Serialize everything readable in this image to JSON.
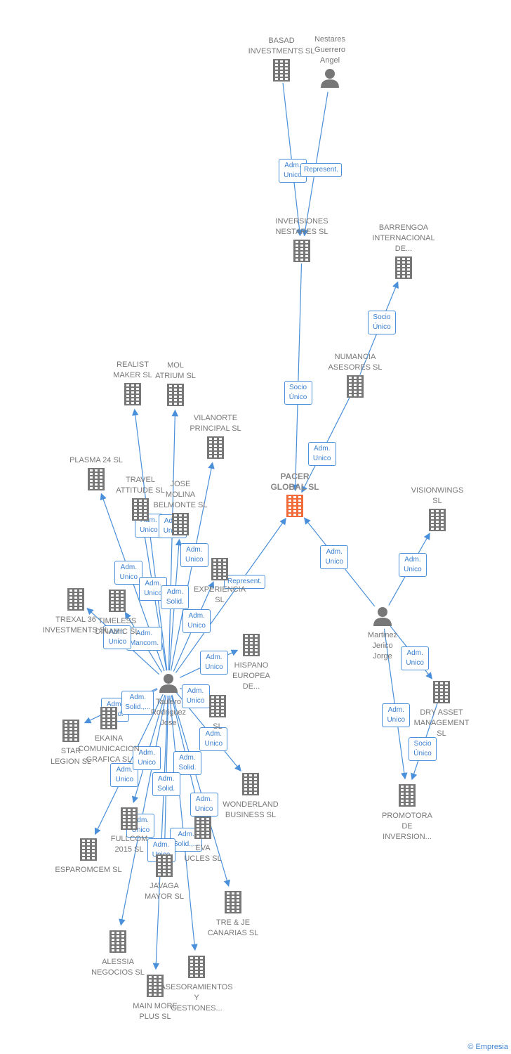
{
  "colors": {
    "edge": "#4a8fd9",
    "building": "#777777",
    "center": "#f26b3a",
    "person": "#777777"
  },
  "nodes": [
    {
      "id": "basad",
      "label": "BASAD\nINVESTMENTS SL",
      "type": "building"
    },
    {
      "id": "nestares",
      "label": "Nestares\nGuerrero\nAngel",
      "type": "person"
    },
    {
      "id": "invnest",
      "label": "INVERSIONES\nNESTARES SL",
      "type": "building"
    },
    {
      "id": "barren",
      "label": "BARRENGOA\nINTERNACIONAL\nDE...",
      "type": "building"
    },
    {
      "id": "numancia",
      "label": "NUMANCIA\nASESORES SL",
      "type": "building"
    },
    {
      "id": "pacer",
      "label": "PACER\nGLOBAL SL",
      "type": "center"
    },
    {
      "id": "visionwings",
      "label": "VISIONWINGS\nSL",
      "type": "building"
    },
    {
      "id": "martinez",
      "label": "Martinez\nJerico\nJorge",
      "type": "person"
    },
    {
      "id": "dryasset",
      "label": "DRY ASSET\nMANAGEMENT\nSL",
      "type": "building"
    },
    {
      "id": "promotora",
      "label": "PROMOTORA\nDE\nINVERSION...",
      "type": "building"
    },
    {
      "id": "realist",
      "label": "REALIST\nMAKER SL",
      "type": "building"
    },
    {
      "id": "mol",
      "label": "MOL\nATRIUM SL",
      "type": "building"
    },
    {
      "id": "vilanorte",
      "label": "VILANORTE\nPRINCIPAL SL",
      "type": "building"
    },
    {
      "id": "plasma",
      "label": "PLASMA 24 SL",
      "type": "building"
    },
    {
      "id": "travel",
      "label": "TRAVEL\nATTITUDE SL",
      "type": "building"
    },
    {
      "id": "jose",
      "label": "JOSE\nMOLINA\nBELMONTE SL",
      "type": "building"
    },
    {
      "id": "experiencia",
      "label": "EXPERIENCIA\nSL",
      "type": "building"
    },
    {
      "id": "trexal",
      "label": "TREXAL 36\nINVESTMENTS SL",
      "type": "building"
    },
    {
      "id": "timeless",
      "label": "TIMELESS\nDINAMIC SL",
      "type": "building"
    },
    {
      "id": "hispano",
      "label": "HISPANO\nEUROPEA\nDE...",
      "type": "building"
    },
    {
      "id": "taulero",
      "label": "Taulero\nRodriguez\nJose",
      "type": "person"
    },
    {
      "id": "star",
      "label": "STAR\nLEGION SL",
      "type": "building"
    },
    {
      "id": "ekaina",
      "label": "EKAINA\nCOMUNICACION\nGRAFICA SL",
      "type": "building"
    },
    {
      "id": "unkn",
      "label": "SL",
      "type": "building"
    },
    {
      "id": "wonderland",
      "label": "WONDERLAND\nBUSINESS SL",
      "type": "building"
    },
    {
      "id": "fullcom",
      "label": "FULLCOM\n2015 SL",
      "type": "building"
    },
    {
      "id": "eva",
      "label": "EVA\nUCLES SL",
      "type": "building"
    },
    {
      "id": "esparomcem",
      "label": "ESPAROMCEM SL",
      "type": "building"
    },
    {
      "id": "javaga",
      "label": "JAVAGA\nMAYOR SL",
      "type": "building"
    },
    {
      "id": "trejecan",
      "label": "TRE & JE\nCANARIAS SL",
      "type": "building"
    },
    {
      "id": "alessia",
      "label": "ALESSIA\nNEGOCIOS SL",
      "type": "building"
    },
    {
      "id": "asesoramientos",
      "label": "ASESORAMIENTOS\nY\nGESTIONES...",
      "type": "building"
    },
    {
      "id": "mainmore",
      "label": "MAIN MORE\nPLUS SL",
      "type": "building"
    }
  ],
  "edges": [
    {
      "from": "basad",
      "to": "invnest",
      "label": "Adm.\nUnico"
    },
    {
      "from": "nestares",
      "to": "invnest",
      "label": "Represent."
    },
    {
      "from": "invnest",
      "to": "pacer",
      "label": "Socio\nÚnico"
    },
    {
      "from": "numancia",
      "to": "barren",
      "label": "Socio\nÚnico"
    },
    {
      "from": "numancia",
      "to": "pacer",
      "label": "Adm.\nUnico"
    },
    {
      "from": "martinez",
      "to": "pacer",
      "label": "Adm.\nUnico"
    },
    {
      "from": "martinez",
      "to": "visionwings",
      "label": "Adm.\nUnico"
    },
    {
      "from": "martinez",
      "to": "dryasset",
      "label": "Adm.\nUnico"
    },
    {
      "from": "martinez",
      "to": "promotora",
      "label": "Adm.\nUnico"
    },
    {
      "from": "dryasset",
      "to": "promotora",
      "label": "Socio\nÚnico"
    },
    {
      "from": "taulero",
      "to": "realist",
      "label": "Adm.\nUnico"
    },
    {
      "from": "taulero",
      "to": "mol",
      "label": "Adm.\nUnico"
    },
    {
      "from": "taulero",
      "to": "vilanorte",
      "label": "Adm.\nUnico"
    },
    {
      "from": "taulero",
      "to": "plasma",
      "label": "Adm.\nUnico"
    },
    {
      "from": "taulero",
      "to": "travel",
      "label": "Adm.\nUnico"
    },
    {
      "from": "taulero",
      "to": "jose",
      "label": "Adm.\nSolid."
    },
    {
      "from": "taulero",
      "to": "pacer",
      "label": "Represent."
    },
    {
      "from": "taulero",
      "to": "experiencia",
      "label": "Adm.\nUnico"
    },
    {
      "from": "taulero",
      "to": "timeless",
      "label": "Adm.\nMancom."
    },
    {
      "from": "taulero",
      "to": "trexal",
      "label": "Adm.\nUnico"
    },
    {
      "from": "taulero",
      "to": "hispano",
      "label": "Adm.\nUnico"
    },
    {
      "from": "taulero",
      "to": "star",
      "label": "Adm.\nSolid."
    },
    {
      "from": "taulero",
      "to": "ekaina",
      "label": "Adm.\nSolid.,..."
    },
    {
      "from": "taulero",
      "to": "unkn",
      "label": "Adm.\nUnico"
    },
    {
      "from": "taulero",
      "to": "wonderland",
      "label": "Adm.\nUnico"
    },
    {
      "from": "taulero",
      "to": "esparomcem",
      "label": "Adm.\nUnico"
    },
    {
      "from": "taulero",
      "to": "fullcom",
      "label": "Adm.\nUnico"
    },
    {
      "from": "taulero",
      "to": "eva",
      "label": "Adm.\nSolid."
    },
    {
      "from": "taulero",
      "to": "trejecan",
      "label": "Adm.\nUnico"
    },
    {
      "from": "taulero",
      "to": "javaga",
      "label": "Adm.\nSolid."
    },
    {
      "from": "taulero",
      "to": "alessia",
      "label": "Adm.\nUnico"
    },
    {
      "from": "taulero",
      "to": "asesoramientos",
      "label": "Adm.\nSolid.,..."
    },
    {
      "from": "taulero",
      "to": "mainmore",
      "label": "Adm.\nUnico"
    }
  ],
  "brand": "© Empresia"
}
